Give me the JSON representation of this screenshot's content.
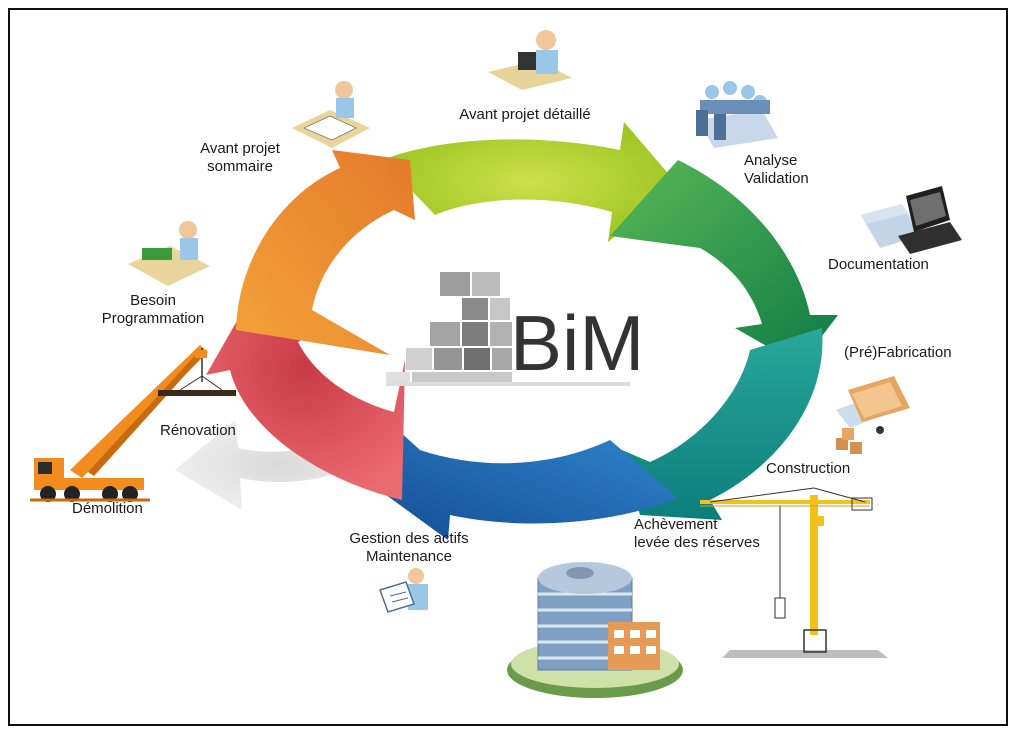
{
  "logo": {
    "text": "BiM"
  },
  "phases": [
    {
      "id": "avant-projet-detaille",
      "label": "Avant projet détaillé"
    },
    {
      "id": "analyse-validation",
      "label": "Analyse\nValidation"
    },
    {
      "id": "documentation",
      "label": "Documentation"
    },
    {
      "id": "pre-fabrication",
      "label": "(Pré)Fabrication"
    },
    {
      "id": "construction",
      "label": "Construction"
    },
    {
      "id": "achevement",
      "label": "Achèvement\nlevée des réserves"
    },
    {
      "id": "gestion-actifs",
      "label": "Gestion des actifs\nMaintenance"
    },
    {
      "id": "renovation",
      "label": "Rénovation"
    },
    {
      "id": "demolition",
      "label": "Démolition"
    },
    {
      "id": "besoin-programmation",
      "label": "Besoin\nProgrammation"
    },
    {
      "id": "avant-projet-sommaire",
      "label": "Avant projet\nsommaire"
    }
  ],
  "colors": {
    "arrow_green_light": "#b5cf2a",
    "arrow_green": "#2f9e55",
    "arrow_teal": "#1e9d94",
    "arrow_blue": "#1f63ad",
    "arrow_red": "#d94a55",
    "arrow_orange": "#ef9122",
    "arrow_grey": "#cfcfcf",
    "crane_orange": "#f28c1e",
    "tower_yellow": "#f2c21a"
  }
}
